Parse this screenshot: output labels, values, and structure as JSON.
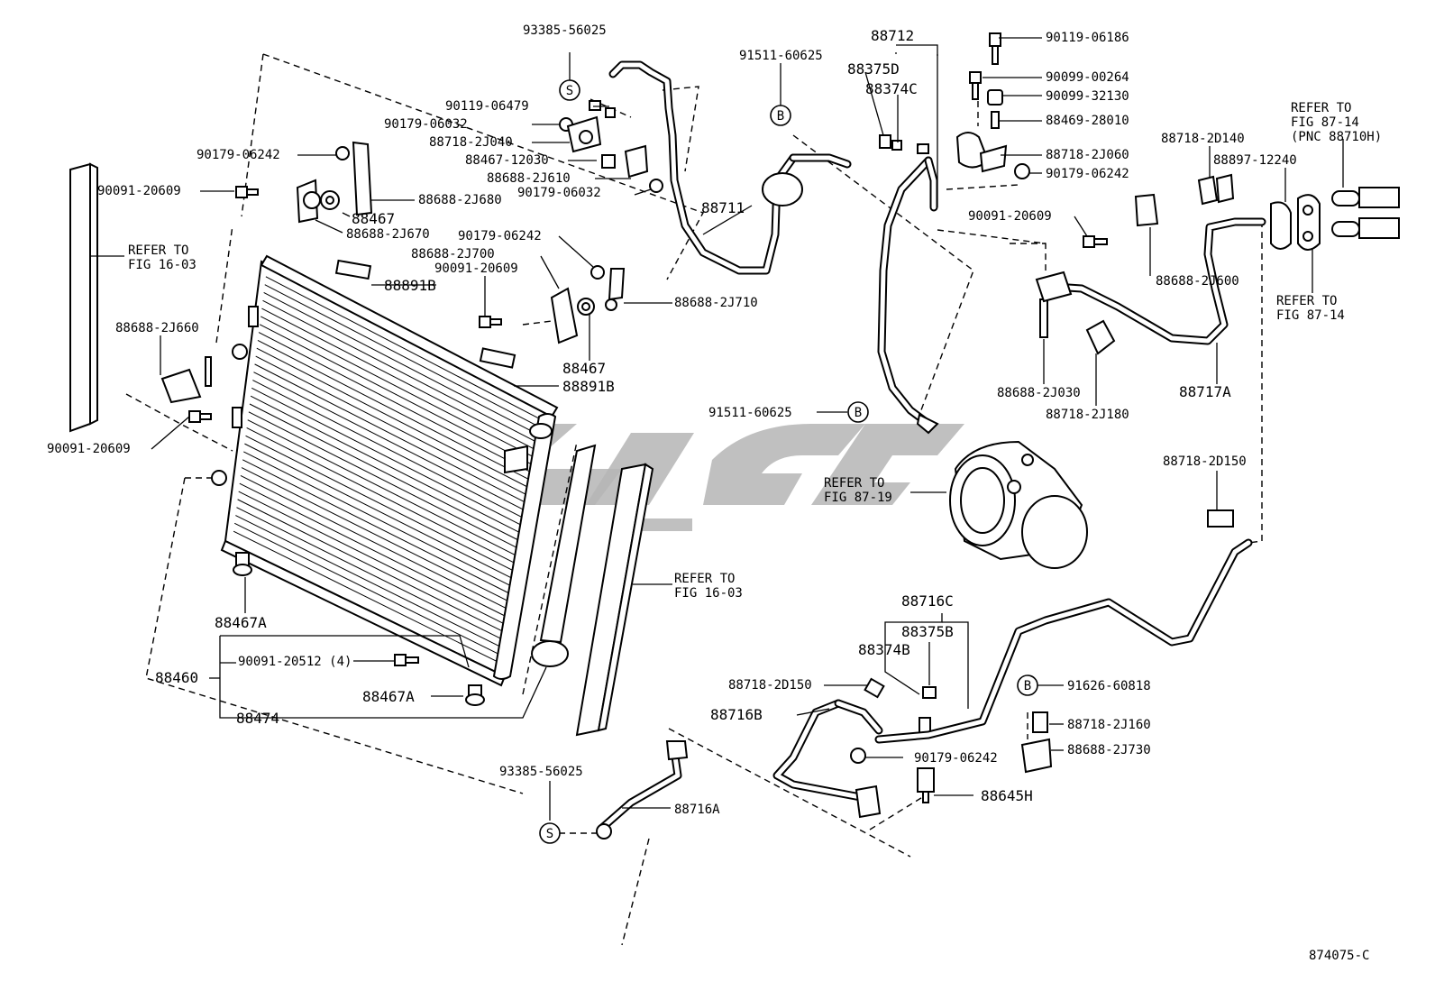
{
  "diagram_code": "874075-C",
  "symbols": {
    "s": "S",
    "b": "B"
  },
  "labels": {
    "p93385_56025_top": "93385-56025",
    "p91511_60625_top": "91511-60625",
    "p88712": "88712",
    "p88375D": "88375D",
    "p88374C": "88374C",
    "p90119_06186": "90119-06186",
    "p90099_00264": "90099-00264",
    "p90099_32130": "90099-32130",
    "p88469_28010": "88469-28010",
    "p88718_2J060": "88718-2J060",
    "p90179_06242_r": "90179-06242",
    "p90119_06479": "90119-06479",
    "p90179_06032_a": "90179-06032",
    "p88718_2J040": "88718-2J040",
    "p88467_12030": "88467-12030",
    "p88688_2J610": "88688-2J610",
    "p90179_06032_b": "90179-06032",
    "p90179_06242_l": "90179-06242",
    "p90091_20609_l": "90091-20609",
    "p88688_2J680": "88688-2J680",
    "p88467_a": "88467",
    "p88688_2J670": "88688-2J670",
    "p88711": "88711",
    "p90179_06242_m": "90179-06242",
    "p88688_2J700": "88688-2J700",
    "p90091_20609_m": "90091-20609",
    "p88891B_a": "88891B",
    "p88688_2J710": "88688-2J710",
    "p88688_2J660": "88688-2J660",
    "p88467_b": "88467",
    "p88891B_b": "88891B",
    "p90091_20609_bl": "90091-20609",
    "p91511_60625_mid": "91511-60625",
    "p88718_2D140": "88718-2D140",
    "p88897_12240": "88897-12240",
    "p90091_20609_r": "90091-20609",
    "p88688_2J600": "88688-2J600",
    "p88688_2J030": "88688-2J030",
    "p88718_2J180": "88718-2J180",
    "p88717A": "88717A",
    "p88718_2D150_r": "88718-2D150",
    "p88467A_a": "88467A",
    "p88460": "88460",
    "p90091_20512": "90091-20512 (4)",
    "p88467A_b": "88467A",
    "p88474": "88474",
    "p88716C": "88716C",
    "p88375B": "88375B",
    "p88374B": "88374B",
    "p88718_2D150_b": "88718-2D150",
    "p88716B": "88716B",
    "p91626_60818": "91626-60818",
    "p88718_2J160": "88718-2J160",
    "p88688_2J730": "88688-2J730",
    "p90179_06242_b": "90179-06242",
    "p88645H": "88645H",
    "p93385_56025_bot": "93385-56025",
    "p88716A": "88716A"
  },
  "notes": {
    "refer_fig_16_03_left": [
      "REFER TO",
      "FIG 16-03"
    ],
    "refer_fig_16_03_right": [
      "REFER TO",
      "FIG 16-03"
    ],
    "refer_fig_87_19": [
      "REFER TO",
      "FIG 87-19"
    ],
    "refer_fig_87_14_top": [
      "REFER TO",
      "FIG 87-14",
      "(PNC 88710H)"
    ],
    "refer_fig_87_14_bot": [
      "REFER TO",
      "FIG 87-14"
    ]
  }
}
